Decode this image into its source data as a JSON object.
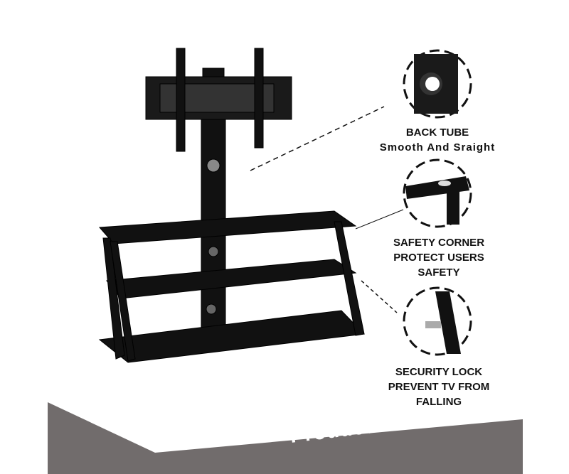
{
  "features": [
    {
      "title": "BACK TUBE",
      "lines": [
        "Smooth And Sraight"
      ]
    },
    {
      "title": "SAFETY CORNER",
      "lines": [
        "PROTECT USERS",
        "SAFETY"
      ]
    },
    {
      "title": "SECURITY LOCK",
      "lines": [
        "PREVENT TV FROM",
        "FALLING"
      ]
    }
  ],
  "banner": {
    "label": "Product Dimension"
  },
  "colors": {
    "banner": "#716c6c",
    "product": "#111111"
  }
}
